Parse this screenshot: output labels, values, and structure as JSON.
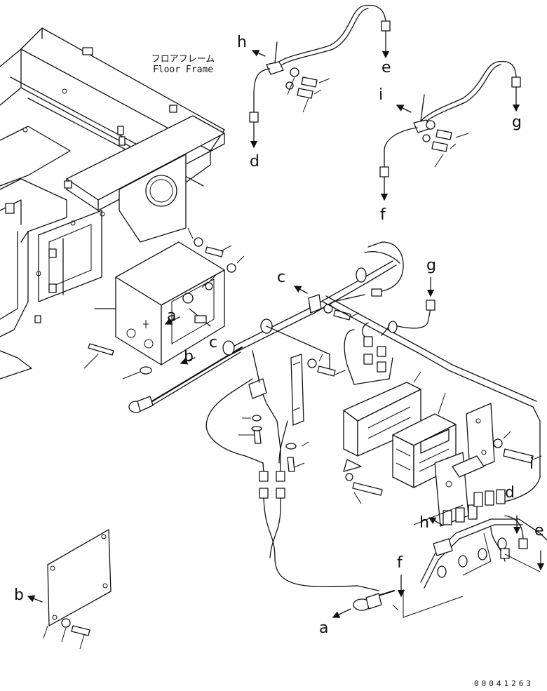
{
  "callout_frame": {
    "jp": "フロアフレーム",
    "en": "Floor Frame"
  },
  "arrow_labels": {
    "h_top": "h",
    "e_top": "e",
    "d_top": "d",
    "i_top": "i",
    "g_top": "g",
    "f_top": "f",
    "c_mid": "c",
    "g_mid": "g",
    "a_box": "a",
    "b_box": "b",
    "c_box": "c",
    "f_low": "f",
    "h_low": "h",
    "d_low": "d",
    "e_low": "e",
    "i_low": "i",
    "a_low": "a",
    "b_plate": "b"
  },
  "document_number": "00041263"
}
